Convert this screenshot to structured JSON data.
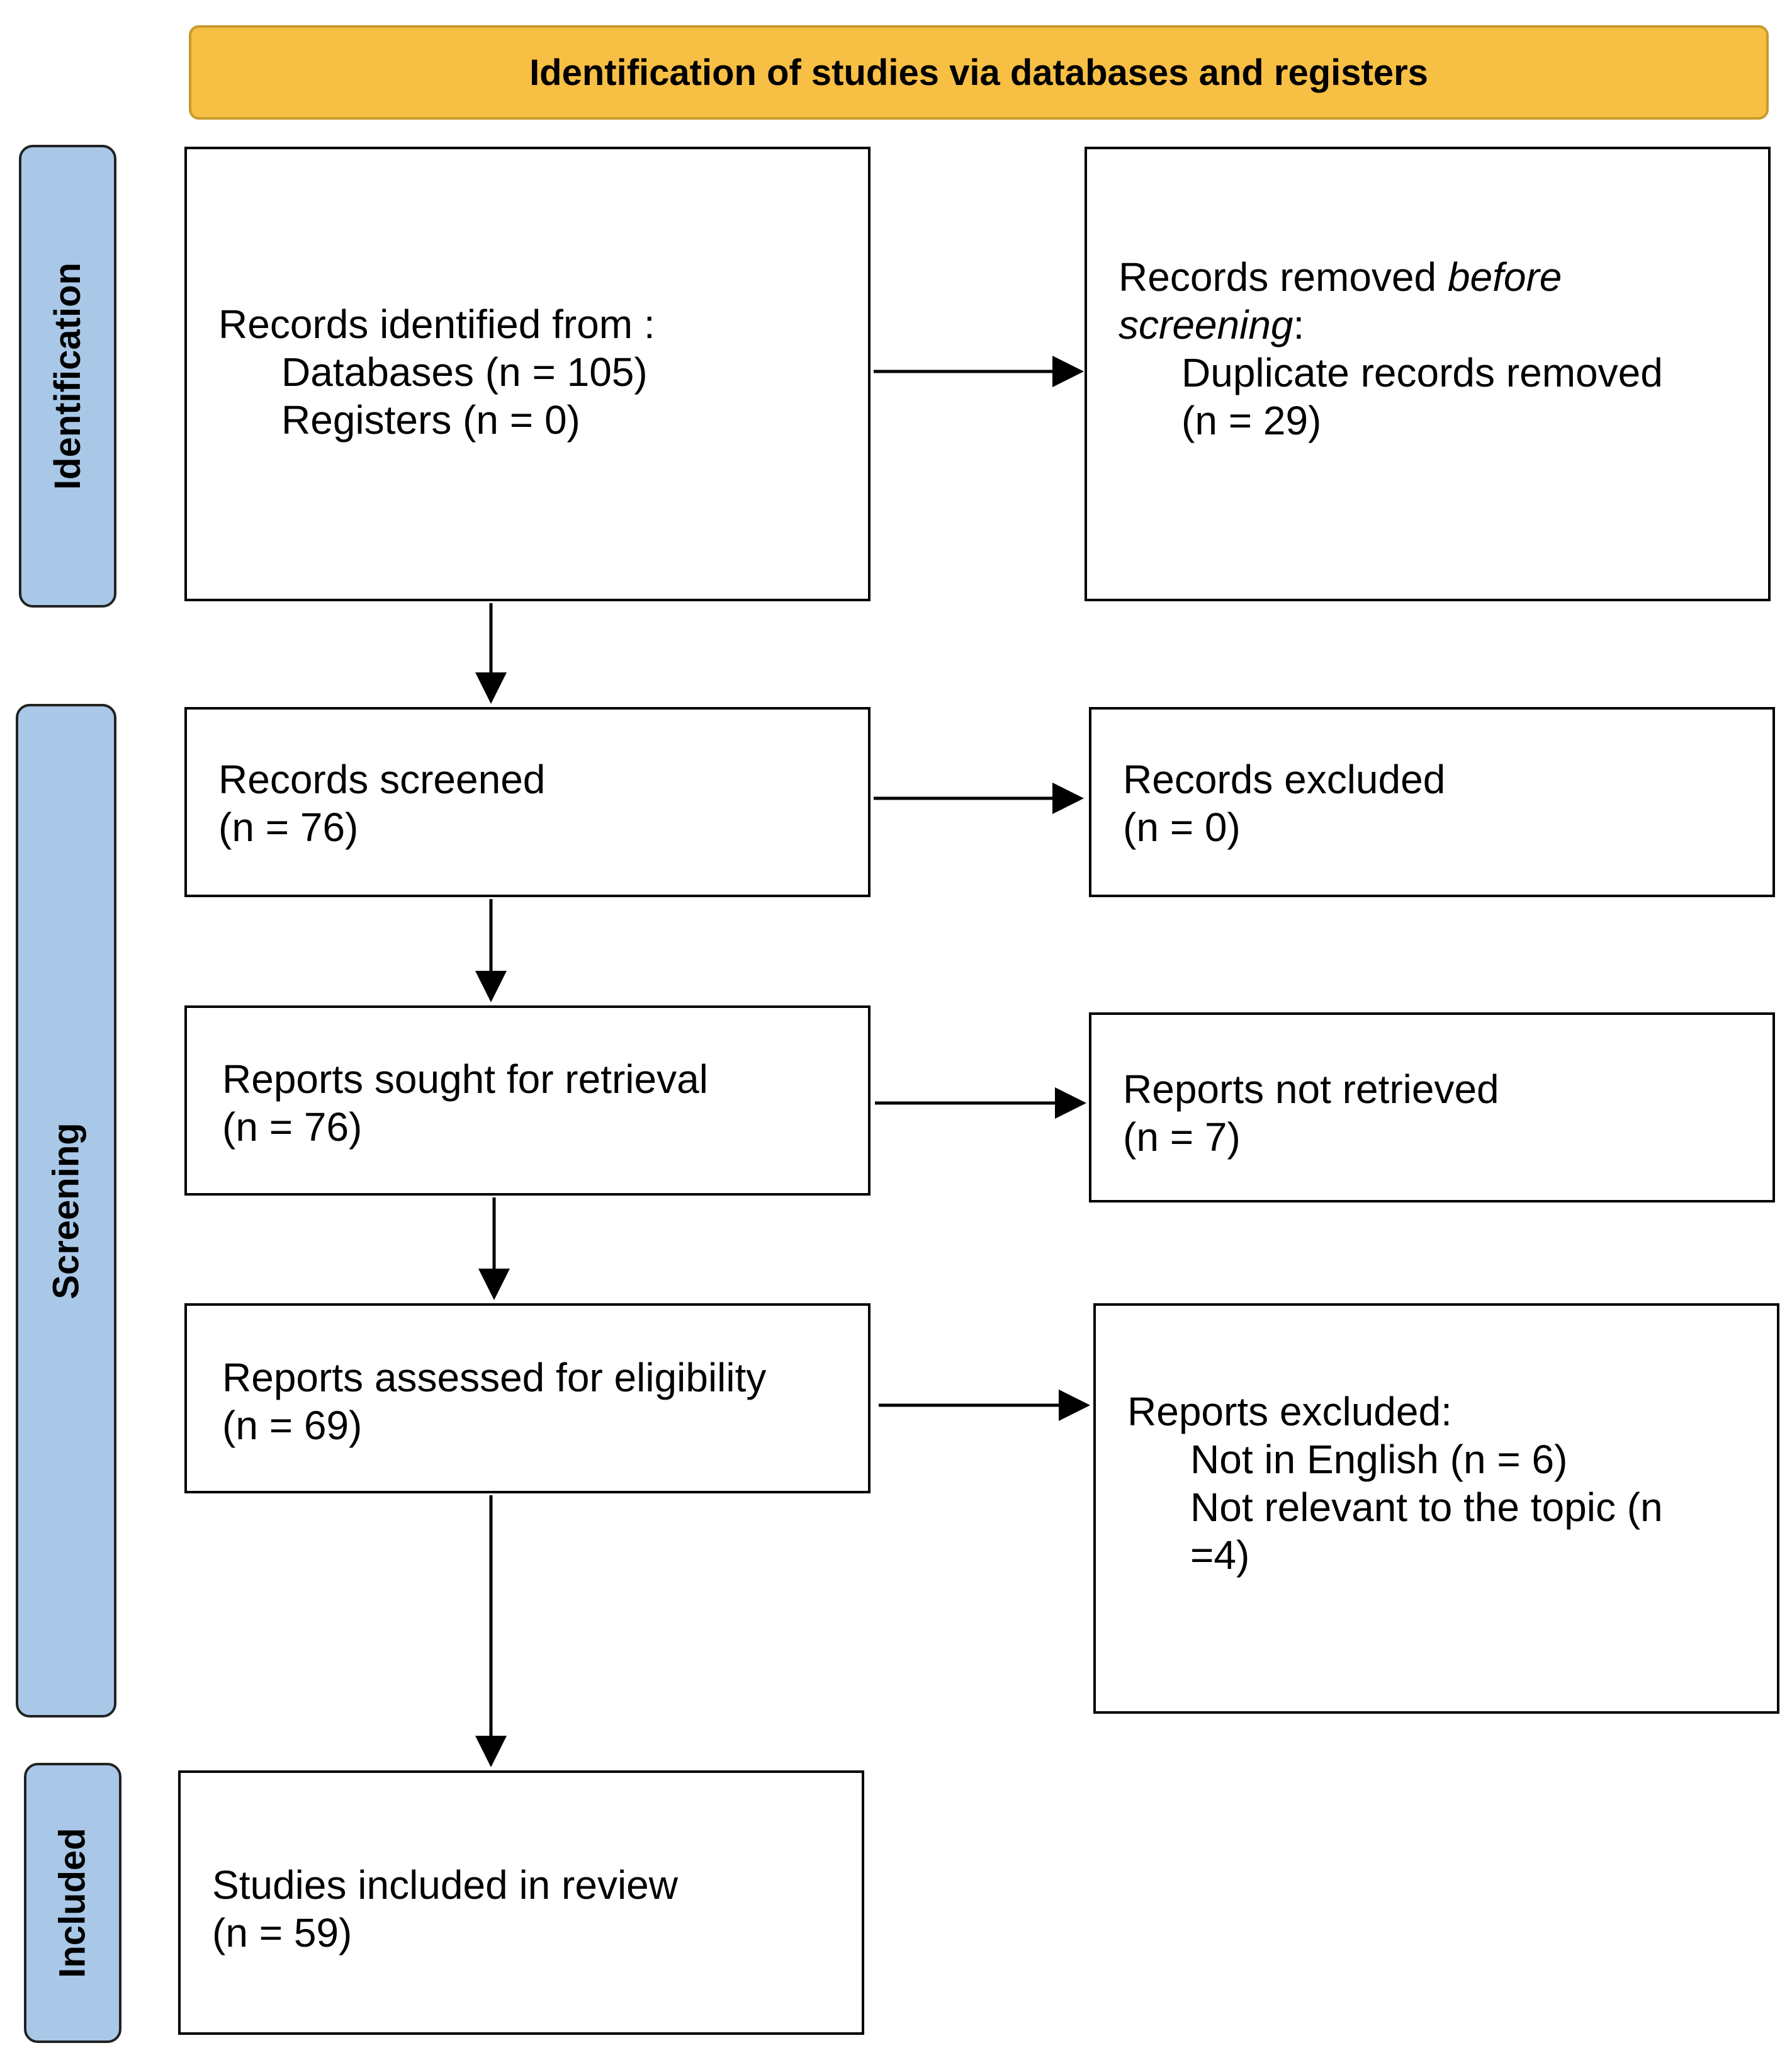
{
  "header": {
    "title": "Identification of studies via databases and registers"
  },
  "phases": {
    "identification": "Identification",
    "screening": "Screening",
    "included": "Included"
  },
  "boxes": {
    "records_identified": {
      "title": "Records identified from :",
      "databases": "Databases (n = 105)",
      "registers": "Registers (n = 0)"
    },
    "records_removed": {
      "title_start": "Records removed ",
      "title_italic": "before",
      "title_italic_2": "screening",
      "title_end": ":",
      "duplicates": "Duplicate records removed",
      "duplicates_n": "(n = 29)"
    },
    "records_screened": {
      "title": "Records screened",
      "n": "(n = 76)"
    },
    "records_excluded": {
      "title": "Records excluded",
      "n": "(n = 0)"
    },
    "reports_sought": {
      "title": "Reports sought for retrieval",
      "n": "(n = 76)"
    },
    "reports_not_retrieved": {
      "title": "Reports not retrieved",
      "n": "(n = 7)"
    },
    "reports_assessed": {
      "title": "Reports assessed for eligibility",
      "n": "(n = 69)"
    },
    "reports_excluded": {
      "title": "Reports excluded:",
      "reason1": "Not in English (n = 6)",
      "reason2_a": "Not relevant to the topic (n",
      "reason2_b": "=4)"
    },
    "studies_included": {
      "title": "Studies included in review",
      "n": "(n = 59)"
    }
  }
}
